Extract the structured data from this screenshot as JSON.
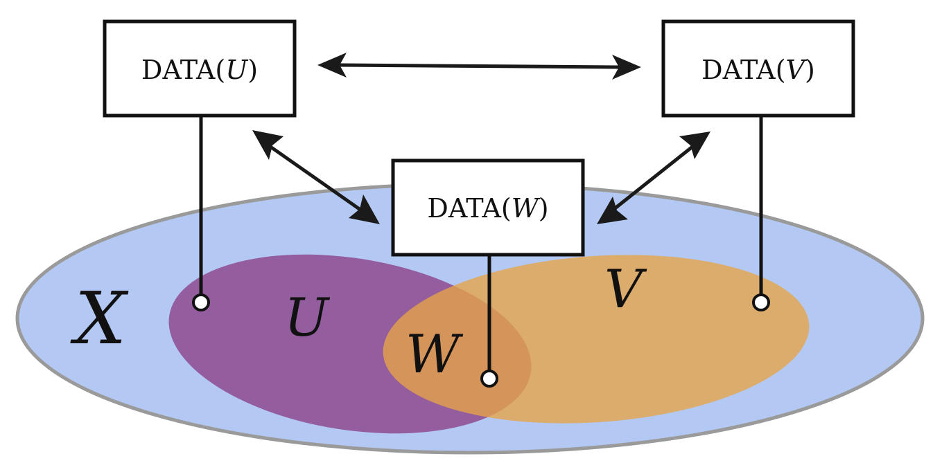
{
  "diagram": {
    "space_label": "X",
    "regions": {
      "U": {
        "label": "U",
        "color": "#8b3f86"
      },
      "V": {
        "label": "V",
        "color": "#e7a447"
      },
      "W": {
        "label": "W"
      }
    },
    "space_color": "#b3c8f2",
    "space_border": "#9a9a9a",
    "boxes": {
      "U": {
        "prefix": "DATA(",
        "var": "U",
        "suffix": ")"
      },
      "V": {
        "prefix": "DATA(",
        "var": "V",
        "suffix": ")"
      },
      "W": {
        "prefix": "DATA(",
        "var": "W",
        "suffix": ")"
      }
    },
    "connections": [
      {
        "from": "DATA(U)",
        "to": "DATA(V)",
        "type": "bidirectional"
      },
      {
        "from": "DATA(U)",
        "to": "DATA(W)",
        "type": "bidirectional"
      },
      {
        "from": "DATA(V)",
        "to": "DATA(W)",
        "type": "bidirectional"
      }
    ]
  }
}
